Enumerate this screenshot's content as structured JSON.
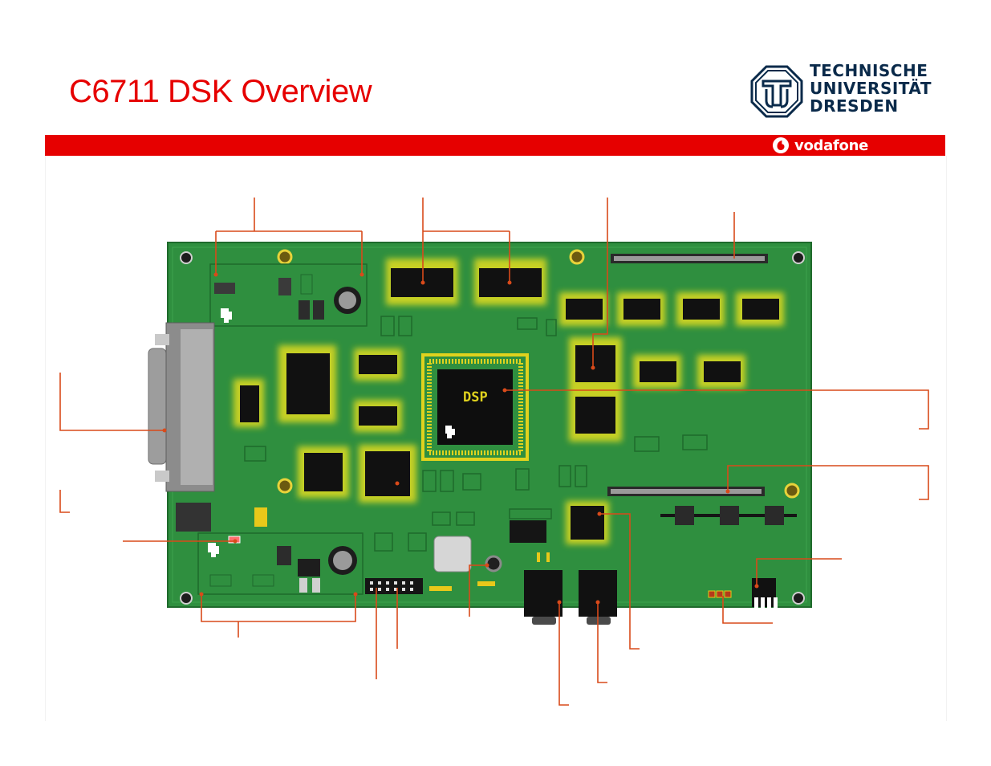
{
  "slide": {
    "title": "C6711 DSK Overview"
  },
  "logo": {
    "line1": "TECHNISCHE",
    "line2": "UNIVERSITÄT",
    "line3": "DRESDEN"
  },
  "banner": {
    "brand": "vodafone"
  },
  "board": {
    "chip_label": "DSP"
  },
  "colors": {
    "accent_red": "#e60000",
    "pcb_green": "#2b8a3e",
    "chip_glow": "#d8d820",
    "callout": "#d94a1a"
  }
}
